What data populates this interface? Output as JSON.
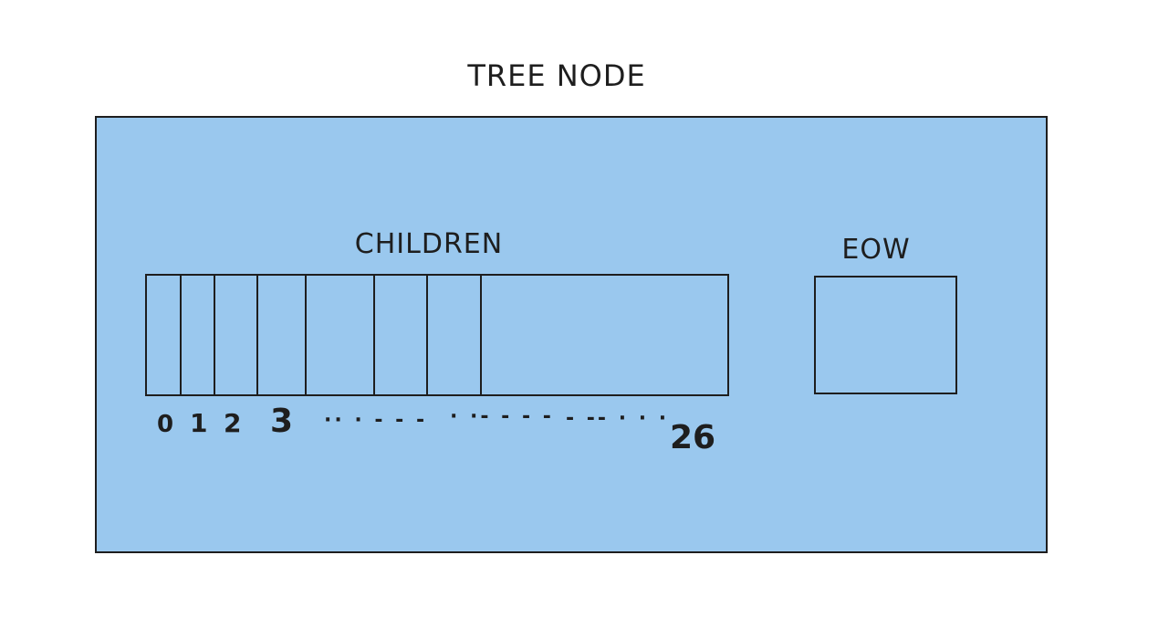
{
  "diagram": {
    "title": "TREE NODE",
    "children_label": "CHILDREN",
    "eow_label": "EOW",
    "indices": {
      "i0": "0",
      "i1": "1",
      "i2": "2",
      "i3": "3",
      "last": "26"
    },
    "ellipsis": {
      "part1": "·· · - - -",
      "part2": "· ·- - - -",
      "part3": "- -- · · ·"
    },
    "colors": {
      "node_fill": "#9ac8ee",
      "stroke": "#1e1e1e"
    }
  }
}
